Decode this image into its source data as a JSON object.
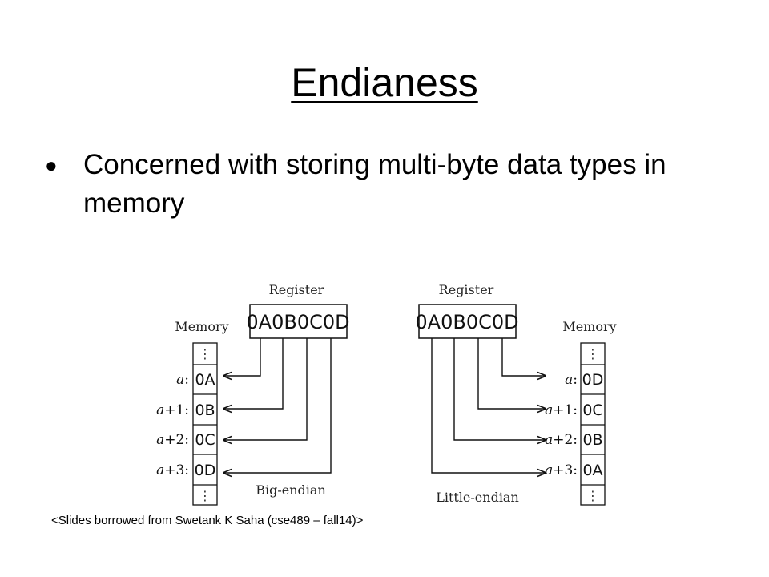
{
  "slide": {
    "title": "Endianess",
    "bullet": "Concerned with storing multi-byte data types in memory",
    "footer": "<Slides borrowed from Swetank K Saha (cse489 – fall14)>"
  },
  "diagram": {
    "big_endian": {
      "register_label": "Register",
      "register_value": "0A0B0C0D",
      "memory_label": "Memory",
      "caption": "Big-endian",
      "cells": [
        "0A",
        "0B",
        "0C",
        "0D"
      ]
    },
    "little_endian": {
      "register_label": "Register",
      "register_value": "0A0B0C0D",
      "memory_label": "Memory",
      "caption": "Little-endian",
      "cells": [
        "0D",
        "0C",
        "0B",
        "0A"
      ]
    },
    "addresses": [
      {
        "base": "a",
        "offset": ":"
      },
      {
        "base": "a",
        "offset": "+1:"
      },
      {
        "base": "a",
        "offset": "+2:"
      },
      {
        "base": "a",
        "offset": "+3:"
      }
    ],
    "ellipsis": "⋮"
  }
}
